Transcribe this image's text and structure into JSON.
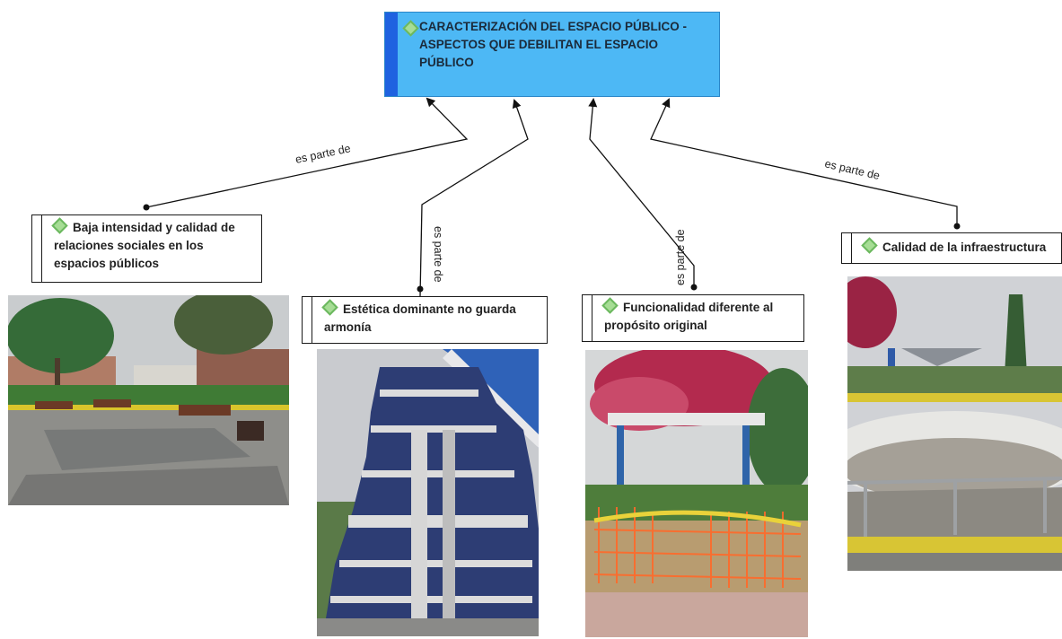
{
  "root": {
    "title": "CARACTERIZACIÓN DEL ESPACIO PÚBLICO - ASPECTOS QUE DEBILITAN EL ESPACIO PÚBLICO"
  },
  "relation_label": "es parte de",
  "nodes": [
    {
      "label": "Baja intensidad y calidad de relaciones sociales en los espacios públicos",
      "photo": "plaza-bancas-charcos"
    },
    {
      "label": "Estética dominante no guarda armonía",
      "photo": "escalera-azulejos"
    },
    {
      "label": "Funcionalidad diferente al propósito original",
      "photo": "glorieta-malla-naranja"
    },
    {
      "label": "Calidad de la infraestructura",
      "photo": "fuente-seca"
    }
  ],
  "colors": {
    "root_fill": "#4db8f5",
    "root_bar": "#1f62e0",
    "diamond": "#a6dd95"
  }
}
